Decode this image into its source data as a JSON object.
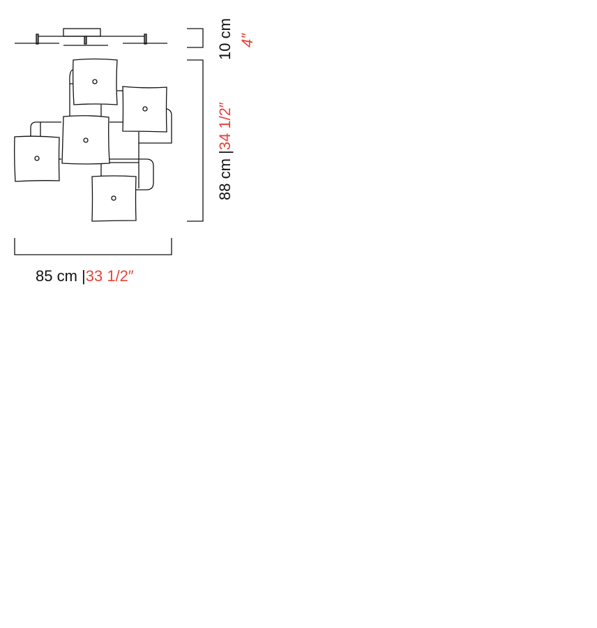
{
  "dimensions": {
    "height_cm": "10 cm",
    "height_in": "4″",
    "depth_cm": "88 cm |",
    "depth_in": "34 1/2″",
    "width_cm": "85 cm |",
    "width_in": "33 1/2″"
  },
  "colors": {
    "line": "#111111",
    "imperial": "#e8423a"
  }
}
